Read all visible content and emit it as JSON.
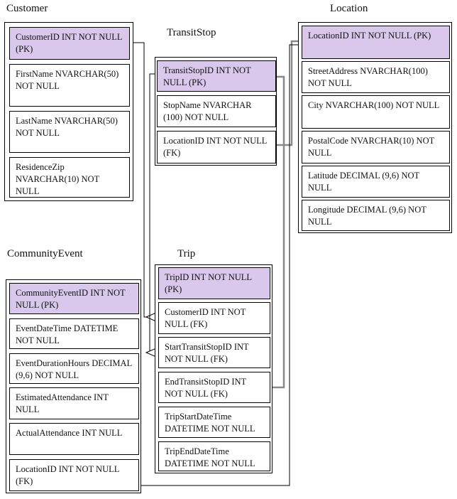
{
  "entities": {
    "customer": {
      "title": "Customer",
      "fields": [
        "CustomerID INT NOT NULL (PK)",
        "FirstName NVARCHAR(50) NOT NULL",
        "LastName NVARCHAR(50) NOT NULL",
        "ResidenceZip NVARCHAR(10) NOT NULL"
      ]
    },
    "transit_stop": {
      "title": "TransitStop",
      "fields": [
        "TransitStopID INT NOT NULL (PK)",
        "StopName NVARCHAR (100) NOT NULL",
        "LocationID INT NOT NULL (FK)"
      ]
    },
    "location": {
      "title": "Location",
      "fields": [
        "LocationID INT NOT NULL (PK)",
        "StreetAddress NVARCHAR(100) NOT NULL",
        "City NVARCHAR(100) NOT NULL",
        "PostalCode NVARCHAR(10) NOT NULL",
        "Latitude DECIMAL (9,6) NOT NULL",
        "Longitude DECIMAL (9,6) NOT NULL"
      ]
    },
    "community_event": {
      "title": "CommunityEvent",
      "fields": [
        "CommunityEventID INT NOT NULL (PK)",
        "EventDateTime DATETIME NOT NULL",
        "EventDurationHours DECIMAL (9,6) NOT NULL",
        "EstimatedAttendance INT NULL",
        "ActualAttendance INT NULL",
        "LocationID INT NOT NULL (FK)"
      ]
    },
    "trip": {
      "title": "Trip",
      "fields": [
        "TripID INT NOT NULL (PK)",
        "CustomerID INT NOT NULL (FK)",
        "StartTransitStopID INT NOT NULL (FK)",
        "EndTransitStopID INT NOT NULL (FK)",
        "TripStartDateTime DATETIME NOT NULL",
        "TripEndDateTime DATETIME NOT NULL"
      ]
    }
  },
  "colors": {
    "pk_fill": "#d9c8ec",
    "line": "#000000",
    "highlight_line": "#8a8a8a"
  }
}
